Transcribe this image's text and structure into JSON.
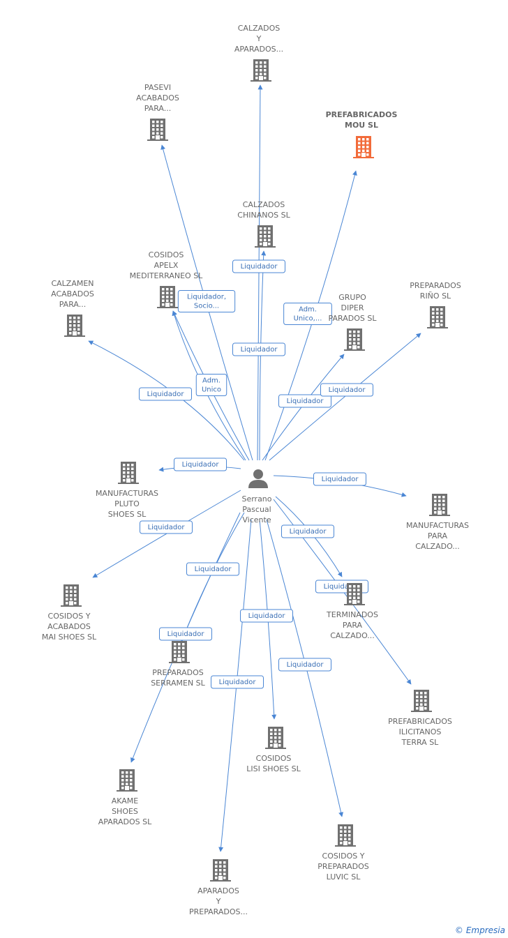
{
  "person": {
    "label": [
      "Serrano",
      "Pascual",
      "Vicente"
    ]
  },
  "companies": [
    {
      "id": "calzados_aparados",
      "label": [
        "CALZADOS",
        "Y",
        "APARADOS..."
      ],
      "highlight": false
    },
    {
      "id": "pasevi",
      "label": [
        "PASEVI",
        "ACABADOS",
        "PARA..."
      ],
      "highlight": false
    },
    {
      "id": "prefabricados_mou",
      "label": [
        "PREFABRICADOS",
        "MOU SL"
      ],
      "highlight": true
    },
    {
      "id": "calzados_chinanos",
      "label": [
        "CALZADOS",
        "CHINANOS SL"
      ],
      "highlight": false
    },
    {
      "id": "cosidos_apelx",
      "label": [
        "COSIDOS",
        "APELX",
        "MEDITERRANEO SL"
      ],
      "highlight": false
    },
    {
      "id": "calzamen",
      "label": [
        "CALZAMEN",
        "ACABADOS",
        "PARA..."
      ],
      "highlight": false
    },
    {
      "id": "grupo_diper",
      "label": [
        "GRUPO",
        "DIPER",
        "PARADOS SL"
      ],
      "highlight": false
    },
    {
      "id": "preparados_rino",
      "label": [
        "PREPARADOS",
        "RIÑO SL"
      ],
      "highlight": false
    },
    {
      "id": "manufacturas_pluto",
      "label": [
        "MANUFACTURAS",
        "PLUTO",
        "SHOES SL"
      ],
      "highlight": false
    },
    {
      "id": "manufacturas_calzado",
      "label": [
        "MANUFACTURAS",
        "PARA",
        "CALZADO..."
      ],
      "highlight": false
    },
    {
      "id": "cosidos_mai",
      "label": [
        "COSIDOS Y",
        "ACABADOS",
        "MAI SHOES SL"
      ],
      "highlight": false
    },
    {
      "id": "terminados",
      "label": [
        "TERMINADOS",
        "PARA",
        "CALZADO..."
      ],
      "highlight": false
    },
    {
      "id": "preparados_serramen",
      "label": [
        "PREPARADOS",
        "SERRAMEN SL"
      ],
      "highlight": false
    },
    {
      "id": "prefabricados_ilicitanos",
      "label": [
        "PREFABRICADOS",
        "ILICITANOS",
        "TERRA SL"
      ],
      "highlight": false
    },
    {
      "id": "cosidos_lisi",
      "label": [
        "COSIDOS",
        "LISI SHOES SL"
      ],
      "highlight": false
    },
    {
      "id": "akame",
      "label": [
        "AKAME",
        "SHOES",
        "APARADOS SL"
      ],
      "highlight": false
    },
    {
      "id": "cosidos_luvic",
      "label": [
        "COSIDOS Y",
        "PREPARADOS",
        "LUVIC SL"
      ],
      "highlight": false
    },
    {
      "id": "aparados_preparados",
      "label": [
        "APARADOS",
        "Y",
        "PREPARADOS..."
      ],
      "highlight": false
    }
  ],
  "edges": [
    {
      "to": "calzados_aparados",
      "label": [
        "Liquidador"
      ]
    },
    {
      "to": "pasevi",
      "label": [
        "Liquidador"
      ]
    },
    {
      "to": "prefabricados_mou",
      "label": [
        "Adm.",
        "Unico,..."
      ]
    },
    {
      "to": "calzados_chinanos",
      "label": [
        "Liquidador"
      ]
    },
    {
      "to": "cosidos_apelx",
      "label": [
        "Liquidador,",
        "Socio..."
      ]
    },
    {
      "to": "cosidos_apelx",
      "label": [
        "Adm.",
        "Unico"
      ]
    },
    {
      "to": "calzamen",
      "label": [
        "Liquidador"
      ]
    },
    {
      "to": "grupo_diper",
      "label": [
        "Liquidador"
      ]
    },
    {
      "to": "preparados_rino",
      "label": [
        "Liquidador"
      ]
    },
    {
      "to": "manufacturas_pluto",
      "label": [
        "Liquidador"
      ]
    },
    {
      "to": "manufacturas_calzado",
      "label": [
        "Liquidador"
      ]
    },
    {
      "to": "cosidos_mai",
      "label": [
        "Liquidador"
      ]
    },
    {
      "to": "terminados",
      "label": [
        "Liquidador"
      ]
    },
    {
      "to": "prefabricados_ilicitanos",
      "label": [
        "Liquidador"
      ]
    },
    {
      "to": "preparados_serramen",
      "label": [
        "Liquidador"
      ]
    },
    {
      "to": "akame",
      "label": [
        "Liquidador"
      ]
    },
    {
      "to": "cosidos_lisi",
      "label": [
        "Liquidador"
      ]
    },
    {
      "to": "cosidos_luvic",
      "label": [
        "Liquidador"
      ]
    },
    {
      "to": "aparados_preparados",
      "label": [
        "Liquidador"
      ]
    }
  ],
  "colors": {
    "edge": "#4a86d4",
    "building": "#707070",
    "highlight": "#f26b3a",
    "person": "#707070"
  },
  "footer": {
    "copyright": "©",
    "brand": "Empresia"
  }
}
